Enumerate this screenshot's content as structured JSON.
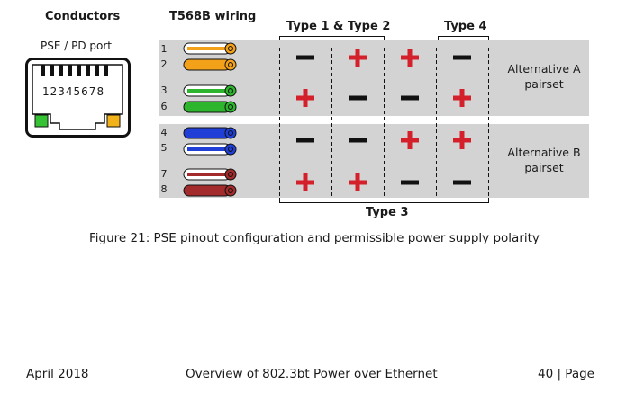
{
  "headers": {
    "conductors": "Conductors",
    "wiring": "T568B wiring",
    "type12": "Type 1 & Type 2",
    "type4": "Type 4",
    "type3": "Type 3"
  },
  "port": {
    "label": "PSE / PD port",
    "pins": "12345678"
  },
  "pins": [
    "1",
    "2",
    "3",
    "6",
    "4",
    "5",
    "7",
    "8"
  ],
  "pairsets": {
    "a_line1": "Alternative A",
    "a_line2": "pairset",
    "b_line1": "Alternative B",
    "b_line2": "pairset"
  },
  "polarity": {
    "rows": [
      [
        "-",
        "+",
        "+",
        "-"
      ],
      [
        "+",
        "-",
        "-",
        "+"
      ],
      [
        "-",
        "-",
        "+",
        "+"
      ],
      [
        "+",
        "+",
        "-",
        "-"
      ]
    ]
  },
  "colors": {
    "band": "#d3d3d3",
    "minus": "#111111",
    "plus": "#d4202a",
    "orange": "#f4a11a",
    "green": "#2db52d",
    "blue": "#1f3fd6",
    "brown": "#a32b2b",
    "led_green": "#35c235",
    "led_yellow": "#f2b21a"
  },
  "caption": "Figure 21: PSE pinout configuration and permissible power supply polarity",
  "footer": {
    "date": "April 2018",
    "title": "Overview of 802.3bt Power over Ethernet",
    "page": "40 | Page"
  }
}
